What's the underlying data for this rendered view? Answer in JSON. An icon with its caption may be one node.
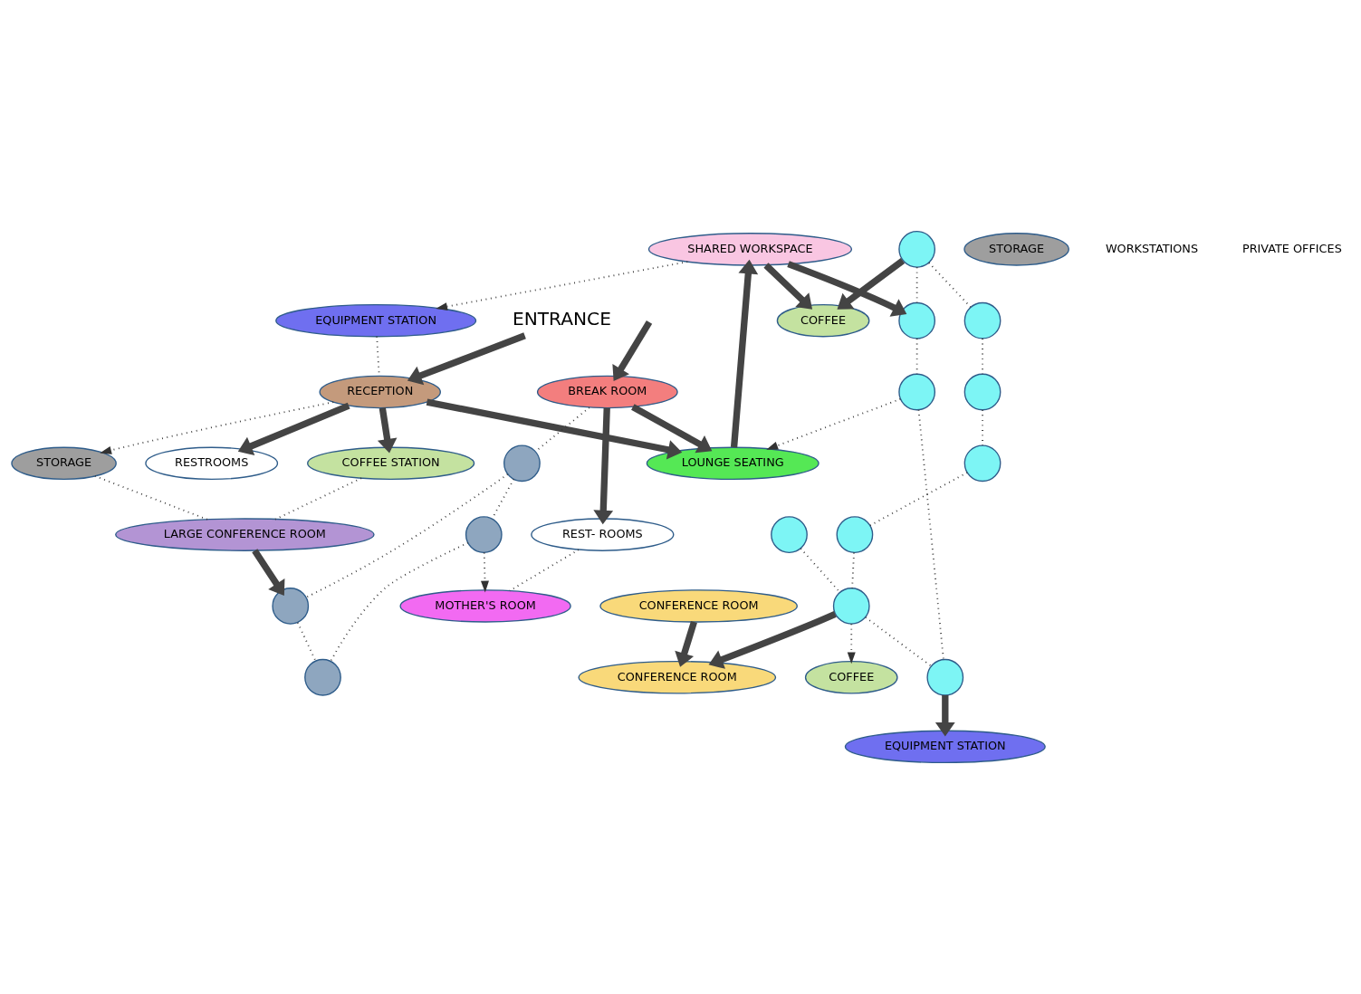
{
  "diagram": {
    "nodes": [
      {
        "text": [
          "SHARED WORKSPACE"
        ]
      },
      {
        "text": [
          "EQUIPMENT STATION"
        ]
      },
      {
        "text": [
          "RESTROOMS"
        ]
      },
      {
        "text": [
          "RECEPTION"
        ]
      },
      {
        "text": [
          "ENTRANCE"
        ]
      },
      {
        "text": [
          "COFFEE"
        ]
      },
      {
        "text": [
          "LOUNGE SEATING"
        ]
      },
      {
        "text": [
          "COFFEE STATION"
        ]
      },
      {
        "text": [
          "STORAGE"
        ]
      },
      {
        "text": [
          "STORAGE"
        ]
      },
      {
        "text": [],
        "shape": "circle"
      },
      {
        "text": [],
        "shape": "circle"
      },
      {
        "text": [],
        "shape": "circle"
      },
      {
        "text": [],
        "shape": "circle"
      },
      {
        "text": [],
        "shape": "circle"
      },
      {
        "text": [],
        "shape": "circle"
      },
      {
        "text": [],
        "shape": "circle"
      },
      {
        "text": [],
        "shape": "circle"
      },
      {
        "text": [],
        "shape": "circle"
      },
      {
        "text": [],
        "shape": "circle"
      },
      {
        "text": [
          "LARGE CONFERENCE ROOM"
        ]
      },
      {
        "text": [
          "BREAK ROOM"
        ]
      },
      {
        "text": [],
        "shape": "circle"
      },
      {
        "text": [],
        "shape": "circle"
      },
      {
        "text": [
          "EQUIPMENT STATION"
        ]
      },
      {
        "text": [
          "CONFERENCE ROOM"
        ]
      },
      {
        "text": [
          "REST- ROOMS"
        ]
      },
      {
        "text": [],
        "shape": "circle"
      },
      {
        "text": [],
        "shape": "circle"
      },
      {
        "text": [
          "COFFEE"
        ]
      },
      {
        "text": [
          "CONFERENCE ROOM"
        ]
      },
      {
        "text": [
          "MOTHER'S ROOM"
        ]
      }
    ],
    "edges": [
      {
        "from": 0,
        "to": 1,
        "arrow": "to",
        "style": "dashed"
      },
      {
        "from": 1,
        "to": 3,
        "arrow": "none",
        "style": "dashed"
      },
      {
        "from": 3,
        "to": 2,
        "arrow": "to",
        "style": "thick"
      },
      {
        "from": 4,
        "to": 3,
        "arrow": "to",
        "style": "thick"
      },
      {
        "from": 0,
        "to": 5,
        "arrow": "to",
        "style": "thick"
      },
      {
        "from": 6,
        "to": 0,
        "arrow": "to",
        "style": "thick"
      },
      {
        "from": 3,
        "to": 6,
        "arrow": "to",
        "style": "thick"
      },
      {
        "from": 3,
        "to": 7,
        "arrow": "to",
        "style": "thick"
      },
      {
        "from": 3,
        "to": 9,
        "arrow": "to",
        "style": "dashed"
      },
      {
        "from": 9,
        "to": 20,
        "arrow": "none",
        "style": "dashed"
      },
      {
        "from": 7,
        "to": 20,
        "arrow": "none",
        "style": "dashed"
      },
      {
        "from": 10,
        "to": 5,
        "arrow": "to",
        "style": "thick"
      },
      {
        "from": 0,
        "to": 11,
        "arrow": "to",
        "style": "thick"
      },
      {
        "from": 10,
        "to": 11,
        "arrow": "none",
        "style": "dashed"
      },
      {
        "from": 10,
        "to": 12,
        "arrow": "none",
        "style": "dashed"
      },
      {
        "from": 12,
        "to": 14,
        "arrow": "none",
        "style": "dashed"
      },
      {
        "from": 11,
        "to": 13,
        "arrow": "none",
        "style": "dashed"
      },
      {
        "from": 13,
        "to": 6,
        "arrow": "to",
        "style": "dashed"
      },
      {
        "from": 14,
        "to": 16,
        "arrow": "none",
        "style": "dashed"
      },
      {
        "from": 16,
        "to": 18,
        "arrow": "none",
        "style": "dashed"
      },
      {
        "from": 18,
        "to": 19,
        "arrow": "none",
        "style": "dashed"
      },
      {
        "from": 15,
        "to": 19,
        "arrow": "none",
        "style": "dashed"
      },
      {
        "from": 19,
        "to": 17,
        "arrow": "none",
        "style": "dashed"
      },
      {
        "from": 13,
        "to": 17,
        "arrow": "none",
        "style": "dashed"
      },
      {
        "from": 17,
        "to": 24,
        "arrow": "to",
        "style": "thick"
      },
      {
        "from": 19,
        "to": 29,
        "arrow": "to",
        "style": "dashed"
      },
      {
        "from": 19,
        "to": 25,
        "arrow": "to",
        "style": "thick"
      },
      {
        "from": 30,
        "to": 25,
        "arrow": "to",
        "style": "thick"
      },
      {
        "from": null,
        "to": 21,
        "arrow": "to",
        "style": "thick"
      },
      {
        "from": 21,
        "to": 6,
        "arrow": "to",
        "style": "thick"
      },
      {
        "from": 20,
        "to": 23,
        "arrow": "to",
        "style": "thick"
      },
      {
        "from": 21,
        "to": 22,
        "arrow": "none",
        "style": "dashed"
      },
      {
        "from": 22,
        "to": 23,
        "arrow": "none",
        "style": "dashed"
      },
      {
        "from": 22,
        "to": 27,
        "arrow": "none",
        "style": "dashed"
      },
      {
        "from": 23,
        "to": 28,
        "arrow": "none",
        "style": "dashed"
      },
      {
        "from": 27,
        "to": 28,
        "arrow": "none",
        "style": "dashed"
      },
      {
        "from": 21,
        "to": 26,
        "arrow": "to",
        "style": "thick"
      },
      {
        "from": 26,
        "to": 31,
        "arrow": "none",
        "style": "dashed"
      },
      {
        "from": 27,
        "to": 31,
        "arrow": "to",
        "style": "dashed"
      }
    ],
    "labels": [
      "WORKSTATIONS",
      "PRIVATE OFFICES"
    ]
  }
}
